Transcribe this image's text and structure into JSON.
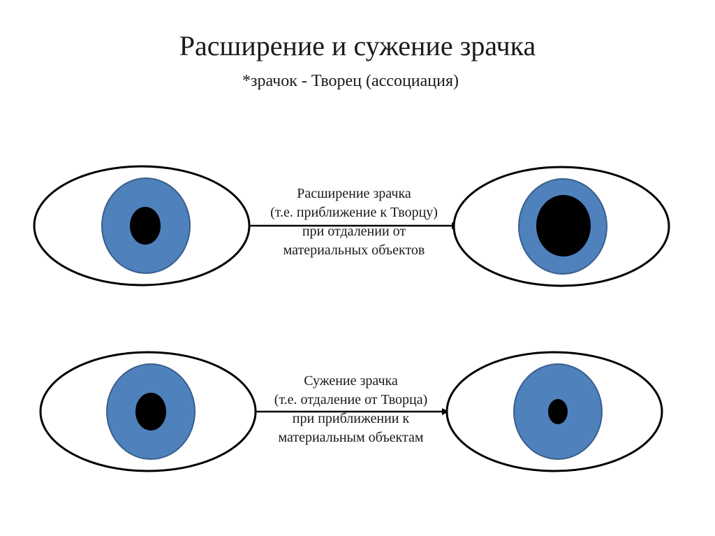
{
  "title": "Расширение и сужение зрачка",
  "subtitle": "*зрачок - Творец (ассоциация)",
  "colors": {
    "iris": "#4f81bd",
    "pupil": "#000000",
    "outline": "#000000",
    "sclera": "#ffffff"
  },
  "rows": [
    {
      "caption_lines": [
        "Расширение зрачка",
        "(т.е. приближение к Творцу)",
        "при отдалении от",
        "материальных объектов"
      ],
      "pupil_change": "dilation"
    },
    {
      "caption_lines": [
        "Сужение зрачка",
        "(т.е. отдаление от Творца)",
        "при приближении к",
        "материальным объектам"
      ],
      "pupil_change": "constriction"
    }
  ]
}
